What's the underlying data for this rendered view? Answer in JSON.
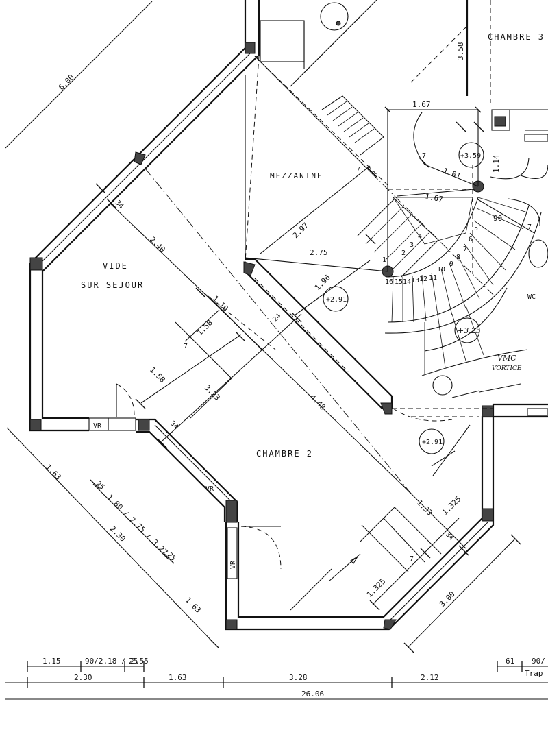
{
  "rooms": {
    "chambre3": "CHAMBRE 3",
    "mezzanine": "MEZZANINE",
    "vide1": "VIDE",
    "vide2": "SUR SEJOUR",
    "chambre2": "CHAMBRE 2",
    "wc": "WC"
  },
  "labels": {
    "vr1": "VR",
    "vr2": "VR",
    "vr3": "VR",
    "vmc1": "VMC",
    "vmc2": "VORTICE",
    "trap": "Trap"
  },
  "levels": {
    "l359": "+3.59",
    "l291a": "+2.91",
    "l325": "+3.25",
    "l291b": "+2.91"
  },
  "dims": {
    "d600": "6.00",
    "d358": "3.58",
    "d167": "1.67",
    "d114": "1.14",
    "d101": "1.01",
    "d167b": "1.67",
    "d90": "90",
    "d7a": "7",
    "d7b": "7",
    "d7c": "7",
    "d7d": "7",
    "d7e": "7",
    "d34a": "34",
    "d34b": "34",
    "d34c": "34",
    "d24": "24",
    "d240": "2.40",
    "d297": "2.97",
    "d275": "2.75",
    "d196": "1.96",
    "d110": "1.10",
    "d158a": "1.58",
    "d158b": "1.58",
    "d323": "3.23",
    "d448": "4.48",
    "d163a": "1.63",
    "d180": "1.80 / 2.75 / 3.27",
    "d25a": "25",
    "d25b": "25",
    "d230": "2.30",
    "d163b": "1.63",
    "d133": "1.33",
    "d1325a": "1.325",
    "d1325b": "1.325",
    "d300": "3.00"
  },
  "steps": [
    "1",
    "2",
    "3",
    "4",
    "5",
    "6",
    "7",
    "8",
    "9",
    "10",
    "11",
    "12",
    "13",
    "14",
    "15",
    "16"
  ],
  "bottom": {
    "b115": "1.15",
    "b90": "90/2.18 / 2.55",
    "b25": "25",
    "b230": "2.30",
    "b163": "1.63",
    "b328": "3.28",
    "b212": "2.12",
    "b2606": "26.06",
    "b61": "61",
    "b90r": "90/"
  }
}
